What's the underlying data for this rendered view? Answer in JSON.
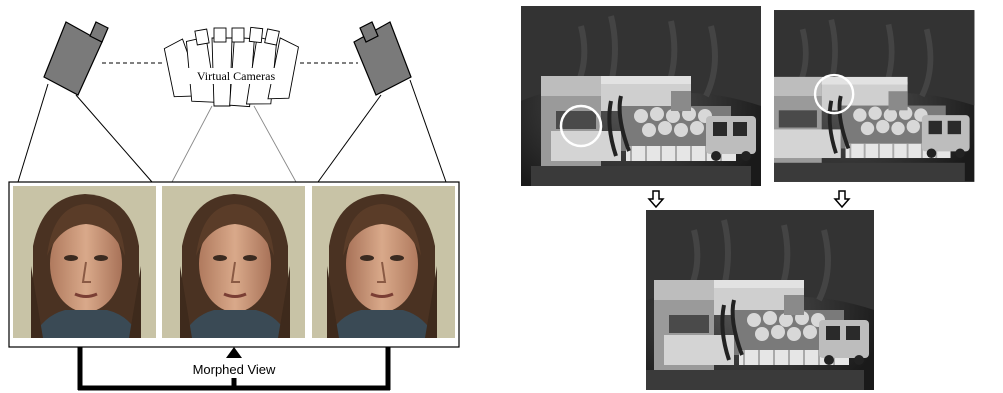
{
  "left_panel": {
    "virtual_cameras_label": "Virtual Cameras",
    "morphed_view_label": "Morphed View",
    "photos": [
      {
        "name": "face-photo-left",
        "pose": "rotated-left"
      },
      {
        "name": "face-photo-center",
        "pose": "frontal"
      },
      {
        "name": "face-photo-right",
        "pose": "rotated-right"
      }
    ]
  },
  "right_panel": {
    "scenes": [
      {
        "name": "scene-left-input",
        "has_circle_marker": true
      },
      {
        "name": "scene-right-input",
        "has_circle_marker": true
      },
      {
        "name": "scene-output",
        "has_circle_marker": false
      }
    ]
  },
  "colors": {
    "camera_fill": "#7a7a7a",
    "photo_background": "#c9c4a8",
    "scene_background": "#2a2a2a",
    "line": "#000000"
  }
}
